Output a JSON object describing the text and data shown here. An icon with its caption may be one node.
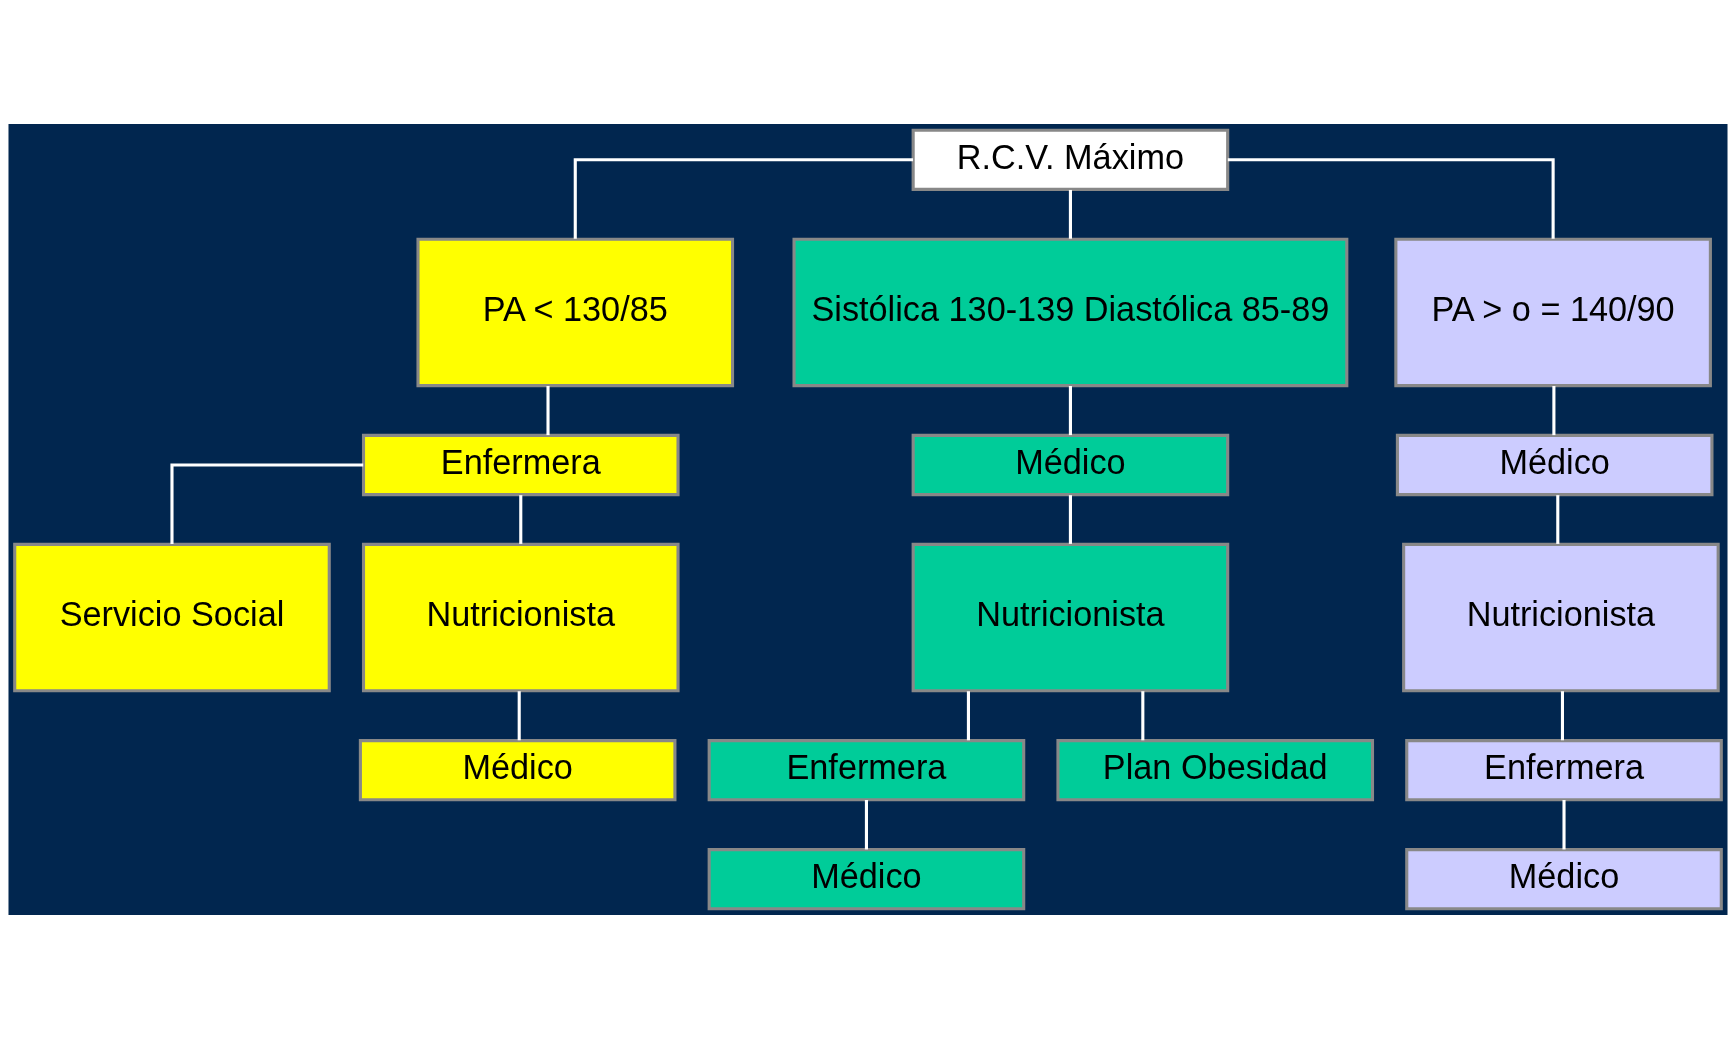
{
  "diagram": {
    "nodes": [
      {
        "text": [
          "R.C.V. Máximo"
        ]
      },
      {
        "text": [
          "PA < 130/85"
        ]
      },
      {
        "text": [
          "Sistólica 130-139 Diastólica 85-89"
        ]
      },
      {
        "text": [
          "PA > o = 140/90"
        ]
      },
      {
        "text": [
          "Enfermera"
        ]
      },
      {
        "text": [
          "Servicio Social"
        ]
      },
      {
        "text": [
          "Nutricionista"
        ]
      },
      {
        "text": [
          "Médico"
        ]
      },
      {
        "text": [
          "Médico"
        ]
      },
      {
        "text": [
          "Nutricionista"
        ]
      },
      {
        "text": [
          "Enfermera"
        ]
      },
      {
        "text": [
          "Plan Obesidad"
        ]
      },
      {
        "text": [
          "Médico"
        ]
      },
      {
        "text": [
          "Médico"
        ]
      },
      {
        "text": [
          "Nutricionista"
        ]
      },
      {
        "text": [
          "Enfermera"
        ]
      },
      {
        "text": [
          "Médico"
        ]
      }
    ],
    "edges": [
      {
        "from": 0,
        "to": 1,
        "arrow": "none"
      },
      {
        "from": 0,
        "to": 2,
        "arrow": "none"
      },
      {
        "from": 0,
        "to": 3,
        "arrow": "none"
      },
      {
        "from": 1,
        "to": 4,
        "arrow": "none"
      },
      {
        "from": 4,
        "to": 5,
        "arrow": "none"
      },
      {
        "from": 4,
        "to": 6,
        "arrow": "none"
      },
      {
        "from": 6,
        "to": 7,
        "arrow": "none"
      },
      {
        "from": 2,
        "to": 8,
        "arrow": "none"
      },
      {
        "from": 8,
        "to": 9,
        "arrow": "none"
      },
      {
        "from": 9,
        "to": 10,
        "arrow": "none"
      },
      {
        "from": 9,
        "to": 11,
        "arrow": "none"
      },
      {
        "from": 10,
        "to": 12,
        "arrow": "none"
      },
      {
        "from": 3,
        "to": 13,
        "arrow": "none"
      },
      {
        "from": 13,
        "to": 14,
        "arrow": "none"
      },
      {
        "from": 14,
        "to": 15,
        "arrow": "none"
      },
      {
        "from": 15,
        "to": 16,
        "arrow": "none"
      }
    ]
  }
}
